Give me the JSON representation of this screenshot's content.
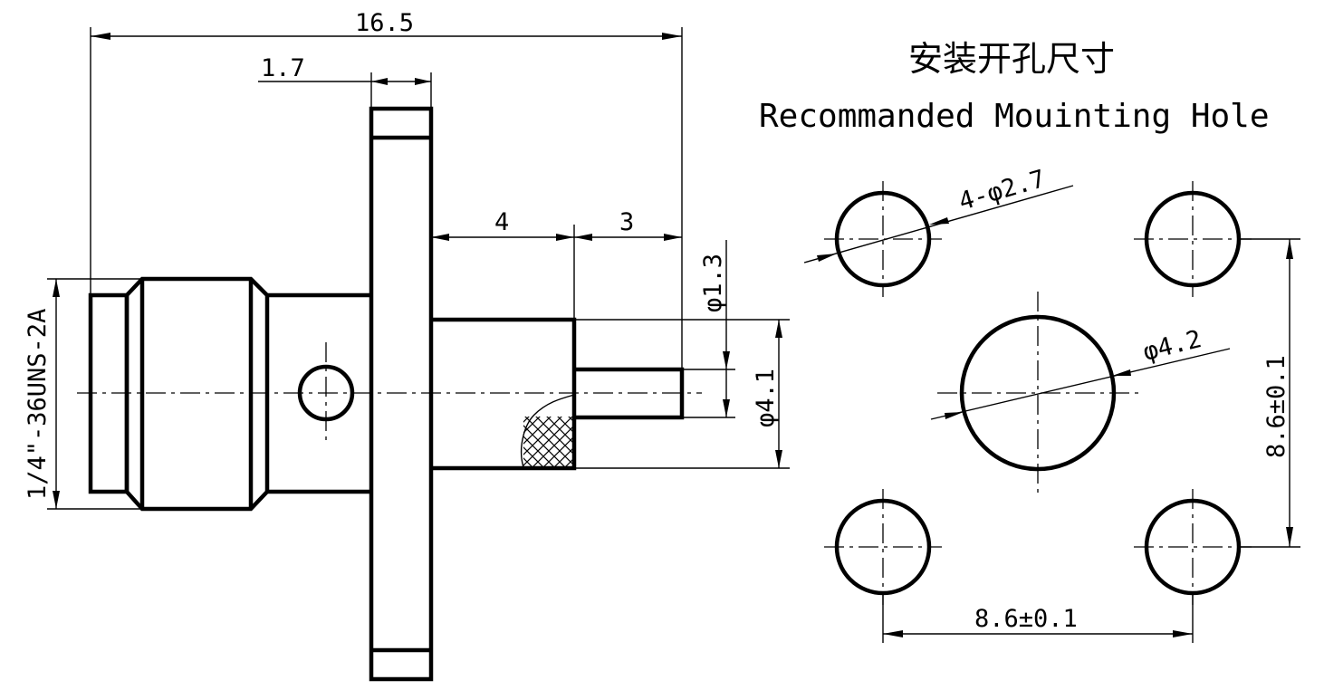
{
  "title_cn": "安装开孔尺寸",
  "title_en": "Recommanded Mouinting Hole",
  "connector": {
    "overall_length": "16.5",
    "flange_thickness": "1.7",
    "body_length": "4",
    "pin_length": "3",
    "pin_diameter": "φ1.3",
    "body_diameter": "φ4.1",
    "thread": "1/4\"-36UNS-2A"
  },
  "mounting": {
    "small_holes": "4-φ2.7",
    "center_hole": "φ4.2",
    "horizontal_spacing": "8.6±0.1",
    "vertical_spacing": "8.6±0.1"
  }
}
